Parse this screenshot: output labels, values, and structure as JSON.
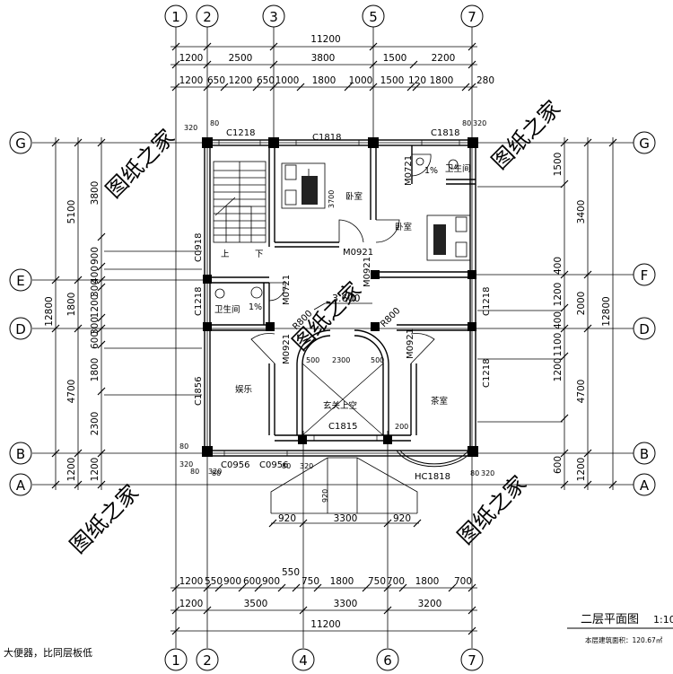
{
  "drawing": {
    "title": "二层平面图",
    "scale_label": "1:10",
    "area_note": "本层建筑面积：120.67㎡",
    "bottom_note": "大便器，比同层板低",
    "watermark": "图纸之家"
  },
  "axes": {
    "top": [
      "1",
      "2",
      "3",
      "5",
      "7"
    ],
    "bottom": [
      "1",
      "2",
      "4",
      "6",
      "7"
    ],
    "left": [
      "G",
      "E",
      "D",
      "B",
      "A"
    ],
    "right": [
      "G",
      "F",
      "D",
      "B",
      "A"
    ]
  },
  "dimensions": {
    "top_total": "11200",
    "top_row1": [
      "1200",
      "2500",
      "3800",
      "1500",
      "2200"
    ],
    "top_row2": [
      "1200",
      "650",
      "1200",
      "650",
      "1000",
      "1800",
      "1000",
      "1500",
      "120",
      "1800",
      "280"
    ],
    "bottom_row1": [
      "1200",
      "550",
      "900",
      "600",
      "900",
      "550",
      "750",
      "1800",
      "750",
      "700",
      "1800",
      "700"
    ],
    "bottom_row2": [
      "1200",
      "3500",
      "3300",
      "3200"
    ],
    "bottom_total": "11200",
    "porch": [
      "920",
      "3300",
      "920"
    ],
    "left_outer": "12800",
    "left_mid": [
      "5100",
      "1800",
      "4700",
      "1200"
    ],
    "left_inner": [
      "3800",
      "900",
      "400",
      "300",
      "1200",
      "300",
      "600",
      "1800",
      "2300",
      "1200"
    ],
    "right_outer": "12800",
    "right_mid": [
      "3400",
      "2000",
      "4700",
      "1200"
    ],
    "right_inner": [
      "1500",
      "400",
      "1200",
      "400",
      "1100",
      "1200",
      "600"
    ],
    "misc": [
      "80",
      "320",
      "80",
      "320",
      "80",
      "320",
      "80",
      "320",
      "80",
      "320",
      "80",
      "320",
      "500",
      "500",
      "200",
      "3700",
      "2300",
      "920",
      "80"
    ]
  },
  "rooms": {
    "bedroom1": "卧室",
    "bedroom2": "卧室",
    "bathroom1": "卫生间",
    "bathroom2": "卫生间",
    "entertainment": "娱乐",
    "entrance_void": "玄关上空",
    "tea_room": "茶室",
    "stair_up": "上",
    "stair_down": "下",
    "elevation": "3.600",
    "slope1": "1%",
    "slope2": "1%"
  },
  "openings": {
    "c1218_top_left": "C1218",
    "c1818_top_mid": "C1818",
    "c1818_top_right": "C1818",
    "m0721_top": "M0721",
    "m0921_bed": "M0921",
    "m0921_bed2": "M0921",
    "c0918": "C0918",
    "c1218_left": "C1218",
    "m0721_bath": "M0721",
    "c1218_right_upper": "C1218",
    "c1218_right_lower": "C1218",
    "m0921_ent": "M0921",
    "m0921_tea": "M0921",
    "r800_left": "R800",
    "r800_right": "R800",
    "c1856": "C1856",
    "c1815": "C1815",
    "c0956_a": "C0956",
    "c0956_b": "C0956",
    "hc1818": "HC1818"
  }
}
